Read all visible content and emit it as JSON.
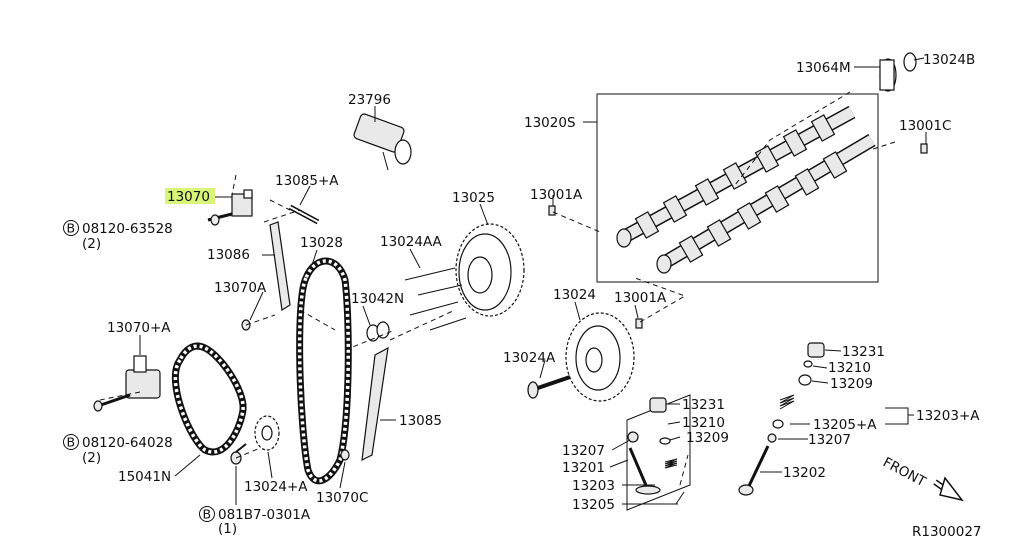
{
  "diagram": {
    "highlight_color": "#d8f57a",
    "labels": {
      "p13064M": "13064M",
      "p13024B": "13024B",
      "p23796": "23796",
      "p13020S": "13020S",
      "p13001C": "13001C",
      "p13085A": "13085+A",
      "p13025": "13025",
      "p13070": "13070",
      "p08120_63528": "08120-63528",
      "p08120_63528_qty": "(2)",
      "p13086": "13086",
      "p13028": "13028",
      "p13024AA": "13024AA",
      "p13001A_top": "13001A",
      "p13070A": "13070A",
      "p13042N": "13042N",
      "p13024": "13024",
      "p13001A_mid": "13001A",
      "p13070plusA": "13070+A",
      "p13024A": "13024A",
      "p13231_top": "13231",
      "p13210_top": "13210",
      "p13209_top": "13209",
      "p13085": "13085",
      "p13231_mid": "13231",
      "p13210_mid": "13210",
      "p13209_mid": "13209",
      "p13205plusA": "13205+A",
      "p13203plusA": "13203+A",
      "p08120_64028": "08120-64028",
      "p08120_64028_qty": "(2)",
      "p13207_left": "13207",
      "p13207_right": "13207",
      "p13201": "13201",
      "p15041N": "15041N",
      "p13024plusA": "13024+A",
      "p13202": "13202",
      "p13203": "13203",
      "p13070C": "13070C",
      "p13205": "13205",
      "p081B7": "081B7-0301A",
      "p081B7_qty": "(1)",
      "front": "FRONT",
      "ref": "R1300027",
      "circle_b": "B"
    }
  }
}
